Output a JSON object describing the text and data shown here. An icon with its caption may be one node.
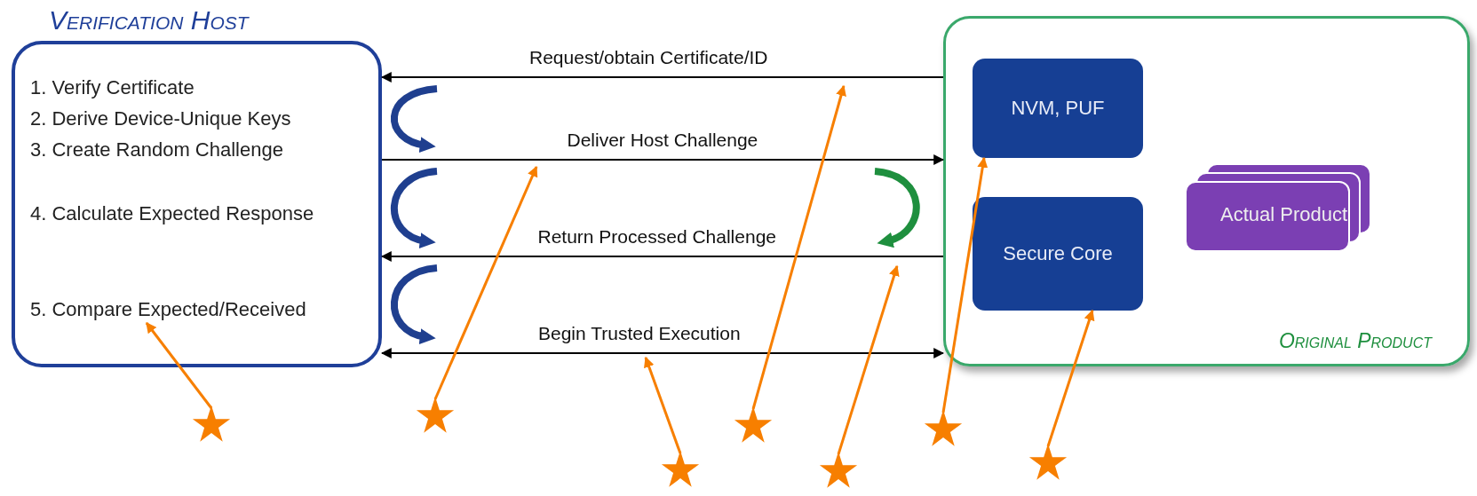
{
  "diagram": {
    "nodes": [
      {
        "text": [
          "Verification Host"
        ]
      },
      {
        "text": [
          "1. Verify Certificate"
        ],
        "in": 0
      },
      {
        "text": [
          "2. Derive Device-Unique Keys"
        ],
        "in": 0
      },
      {
        "text": [
          "3. Create Random Challenge"
        ],
        "in": 0
      },
      {
        "text": [
          "4. Calculate Expected Response"
        ],
        "in": 0
      },
      {
        "text": [
          "5. Compare Expected/Received"
        ],
        "in": 0
      },
      {
        "text": [
          "Original Product"
        ]
      },
      {
        "text": [
          "NVM, PUF"
        ],
        "in": 6
      },
      {
        "text": [
          "Secure Core"
        ],
        "in": 6
      },
      {
        "text": [
          "Actual Product"
        ],
        "in": 6
      },
      {
        "text": [],
        "shape": "star"
      },
      {
        "text": [],
        "shape": "star"
      },
      {
        "text": [],
        "shape": "star"
      },
      {
        "text": [],
        "shape": "star"
      },
      {
        "text": [],
        "shape": "star"
      },
      {
        "text": [],
        "shape": "star"
      },
      {
        "text": [],
        "shape": "star"
      }
    ],
    "edges": [
      {
        "from": 6,
        "to": 0,
        "arrow": "to",
        "label": "Request/obtain Certificate/ID",
        "color": "#000000"
      },
      {
        "from": 0,
        "to": 6,
        "arrow": "to",
        "label": "Deliver Host Challenge",
        "color": "#000000"
      },
      {
        "from": 6,
        "to": 0,
        "arrow": "to",
        "label": "Return Processed Challenge",
        "color": "#000000"
      },
      {
        "from": 0,
        "to": 6,
        "arrow": "both",
        "label": "Begin Trusted Execution",
        "color": "#000000"
      },
      {
        "from": 10,
        "to": 5,
        "arrow": "to"
      },
      {
        "from": 11,
        "to": null,
        "arrow": "to"
      },
      {
        "from": 12,
        "to": null,
        "arrow": "to"
      },
      {
        "from": 13,
        "to": null,
        "arrow": "to"
      },
      {
        "from": 14,
        "to": null,
        "arrow": "to"
      },
      {
        "from": 15,
        "to": 7,
        "arrow": "to"
      },
      {
        "from": 16,
        "to": 8,
        "arrow": "to"
      }
    ]
  }
}
